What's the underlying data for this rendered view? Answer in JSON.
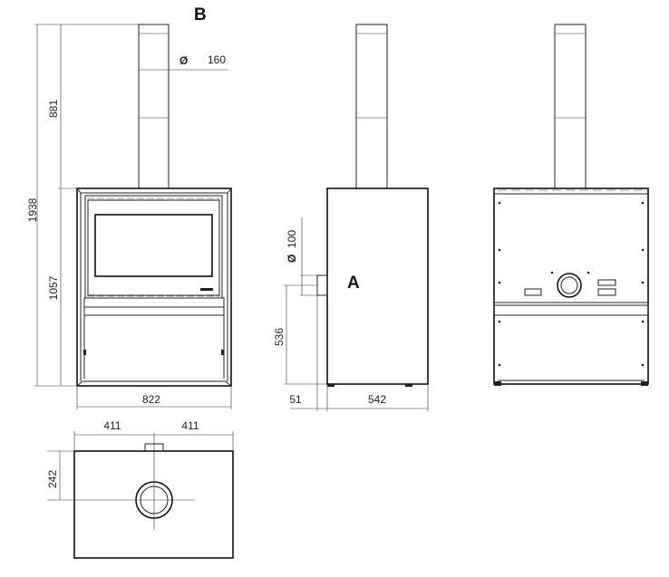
{
  "labels": {
    "view_b": "B",
    "view_a": "A"
  },
  "dimensions": {
    "total_height": "1938",
    "flue_height": "881",
    "body_height": "1057",
    "width": "822",
    "flue_diameter_symbol": "Ø",
    "flue_diameter": "160",
    "air_inlet_diameter_symbol": "Ø",
    "air_inlet_diameter": "100",
    "air_inlet_height": "536",
    "inlet_offset": "51",
    "depth": "542",
    "half_width_left": "411",
    "half_width_right": "411",
    "flue_center_depth": "242"
  }
}
